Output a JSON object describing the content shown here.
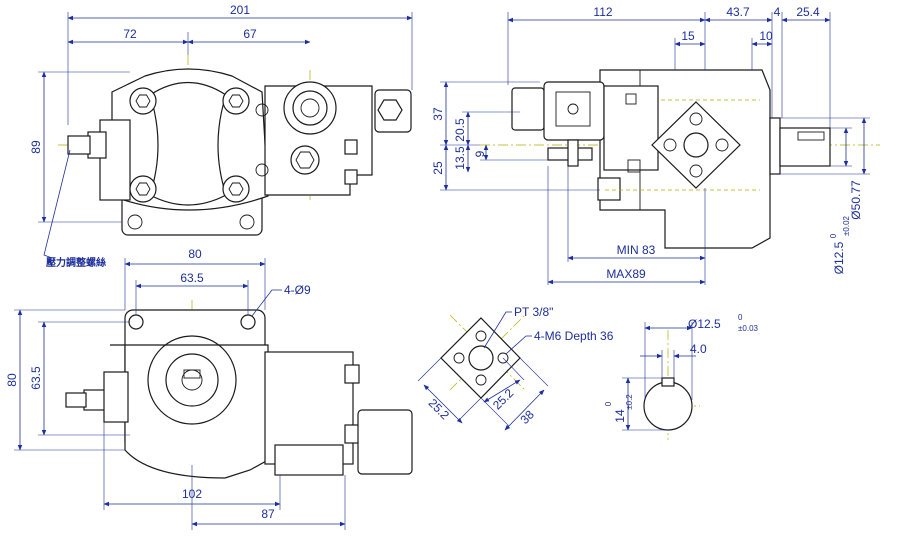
{
  "colors": {
    "line": "#1a1a1a",
    "dimension": "#1d2f9a",
    "centerline": "#b0b000",
    "background": "#ffffff"
  },
  "front_view": {
    "dim_overall_width": "201",
    "dim_left": "72",
    "dim_right": "67",
    "dim_height": "89",
    "callout_pressure_screw": "壓力調整螺絲"
  },
  "side_view": {
    "dim_length": "112",
    "dim_43_7": "43.7",
    "dim_4": "4",
    "dim_25_4": "25.4",
    "dim_15": "15",
    "dim_10": "10",
    "dim_37": "37",
    "dim_20_5": "20.5",
    "dim_13_5": "13.5",
    "dim_9": "9",
    "dim_25": "25",
    "dim_min": "MIN 83",
    "dim_max": "MAX89",
    "dim_flange_dia": "Ø50.77",
    "dim_shaft_dia": "Ø12.5",
    "tol_shaft_upper": "0",
    "tol_shaft_lower": "±0.02"
  },
  "bottom_view": {
    "dim_80_top": "80",
    "dim_63_5_top": "63.5",
    "dim_holes": "4-Ø9",
    "dim_80_left": "80",
    "dim_63_5_left": "63.5",
    "dim_102": "102",
    "dim_87": "87"
  },
  "port_flange": {
    "label_thread": "PT 3/8\"",
    "label_holes": "4-M6 Depth 36",
    "dim_25_2_a": "25.2",
    "dim_25_2_b": "25.2",
    "dim_38": "38"
  },
  "shaft_key": {
    "dim_dia": "Ø12.5",
    "tol_upper": "0",
    "tol_lower": "±0.03",
    "dim_key": "4.0",
    "dim_height": "14",
    "tol_h_upper": "0",
    "tol_h_lower": "±0.2"
  }
}
